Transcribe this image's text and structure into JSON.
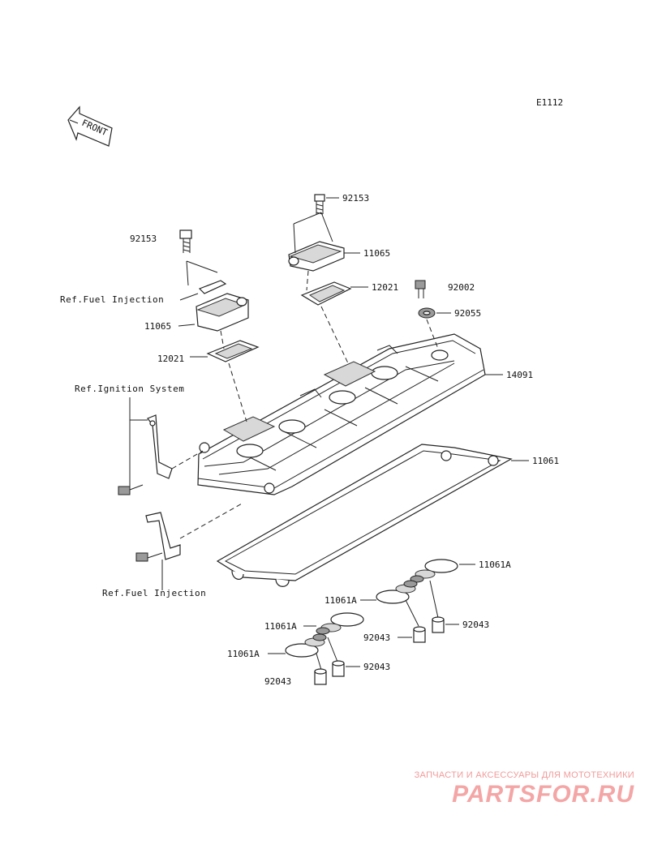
{
  "diagram_code": "E1112",
  "front_label": "FRONT",
  "refs": {
    "fuel_injection_upper": "Ref.Fuel Injection",
    "ignition_system": "Ref.Ignition System",
    "fuel_injection_lower": "Ref.Fuel Injection"
  },
  "part_numbers": {
    "bolt_left": "92153",
    "bolt_right": "92153",
    "valve_right": "11065",
    "valve_left": "11065",
    "gasket_right": "12021",
    "gasket_left": "12021",
    "bolt_cover": "92002",
    "washer_cover": "92055",
    "cylinder_head_cover": "14091",
    "cover_gasket": "11061",
    "plug_gasket_1": "11061A",
    "plug_gasket_2": "11061A",
    "plug_gasket_3": "11061A",
    "plug_gasket_4": "11061A",
    "collar_1": "92043",
    "collar_2": "92043",
    "collar_3": "92043",
    "collar_4": "92043"
  },
  "watermark": {
    "tagline": "ЗАПЧАСТИ И АКСЕССУАРЫ ДЛЯ МОТОТЕХНИКИ",
    "logo": "PARTSFOR.RU"
  }
}
